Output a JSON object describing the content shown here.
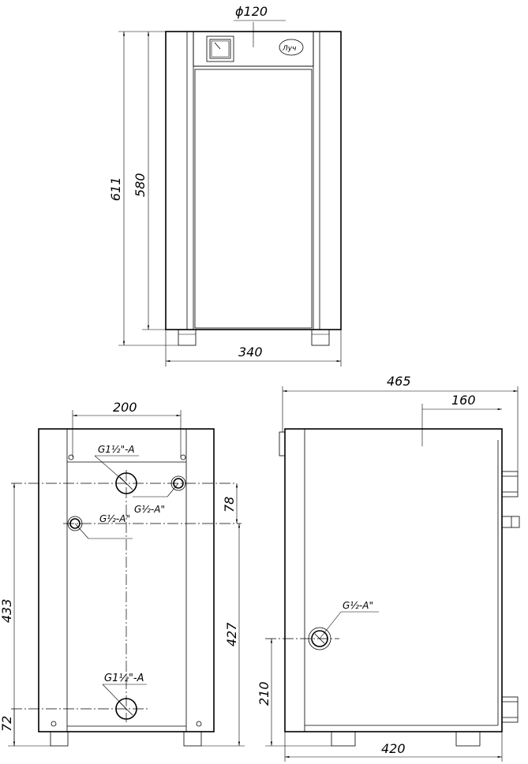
{
  "front_view": {
    "dim_height_total": "611",
    "dim_height_body": "580",
    "dim_width": "340",
    "dim_gauge": "ϕ120",
    "logo_text": "Луч"
  },
  "rear_view": {
    "dim_pipe_spacing": "200",
    "dim_total_height": "433",
    "dim_top_offset": "78",
    "dim_mid": "427",
    "dim_bottom": "72",
    "label_top_pipe": "G1½\"-A",
    "label_right_fitting": "G½-A\"",
    "label_left_fitting": "G½-A\"",
    "label_bottom_pipe": "G1½\"-A"
  },
  "side_view": {
    "dim_depth_total": "465",
    "dim_depth_top": "160",
    "dim_fitting_height": "210",
    "dim_depth_bottom": "420",
    "label_fitting": "G½-A\""
  }
}
